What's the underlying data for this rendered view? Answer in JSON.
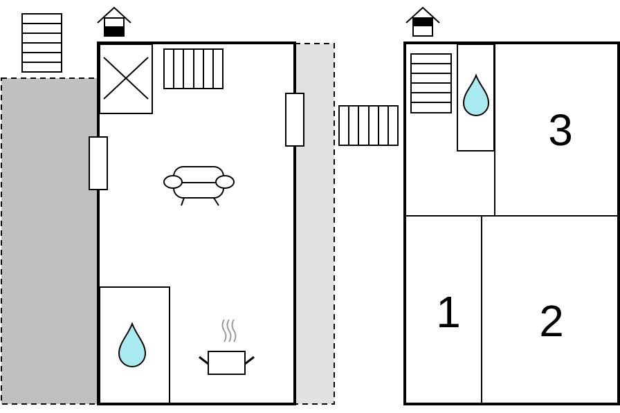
{
  "floorplan": {
    "ground_floor": {
      "floor_icon": "house-ground-floor-icon",
      "fixtures": [
        "stairs-icon",
        "fireplace-icon",
        "sofa-icon",
        "water-drop-icon",
        "cooking-pot-icon",
        "door-icon",
        "window-icon"
      ]
    },
    "upper_floor": {
      "floor_icon": "house-upper-floor-icon",
      "rooms": [
        {
          "label": "3"
        },
        {
          "label": "1"
        },
        {
          "label": "2"
        }
      ]
    },
    "colors": {
      "wall": "#000000",
      "terrace_dark": "#c0c0c0",
      "terrace_light": "#e2e2e2",
      "water": "#a8eaf0"
    }
  }
}
